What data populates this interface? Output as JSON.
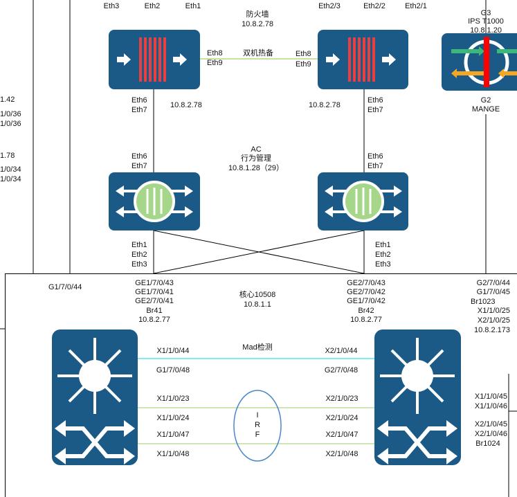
{
  "left_edge": {
    "ip1": "1.42",
    "p1a": "1/0/36",
    "p1b": "1/0/36",
    "ip2": "1.78",
    "p2a": "1/0/34",
    "p2b": "1/0/34"
  },
  "firewall": {
    "title": "防火墙",
    "ip": "10.8.2.78",
    "fw1_top_ports": [
      "Eth3",
      "Eth2",
      "Eth1"
    ],
    "fw2_top_ports": [
      "Eth2/3",
      "Eth2/2",
      "Eth2/1"
    ],
    "fw1_side_ports": [
      "Eth8",
      "Eth9"
    ],
    "fw2_side_ports": [
      "Eth8",
      "Eth9"
    ],
    "ha_label": "双机热备",
    "fw1_bottom_ports": [
      "Eth6",
      "Eth7"
    ],
    "fw2_bottom_ports": [
      "Eth6",
      "Eth7"
    ],
    "fw1_ip": "10.8.2.78",
    "fw2_ip": "10.8.2.78"
  },
  "ips": {
    "port_top": "G3",
    "model": "IPS T1000",
    "ip": "10.8.1.20",
    "port_bottom": "G2",
    "mgmt": "MANGE"
  },
  "ac": {
    "title": "AC",
    "subtitle": "行为管理",
    "ip": "10.8.1.28（29）",
    "ac1_top_ports": [
      "Eth6",
      "Eth7"
    ],
    "ac2_top_ports": [
      "Eth6",
      "Eth7"
    ],
    "ac1_bottom_ports": [
      "Eth1",
      "Eth2",
      "Eth3"
    ],
    "ac2_bottom_ports": [
      "Eth1",
      "Eth2",
      "Eth3"
    ]
  },
  "core": {
    "title": "核心10508",
    "ip": "10.8.1.1",
    "left_uplink": "G1/7/0/44",
    "c1_ports": [
      "GE1/7/0/43",
      "GE1/7/0/41",
      "GE2/7/0/41",
      "Br41",
      "10.8.2.77"
    ],
    "c2_ports": [
      "GE2/7/0/43",
      "GE2/7/0/42",
      "GE1/7/0/42",
      "Br42",
      "10.8.2.77"
    ],
    "right_ports": [
      "G2/7/0/44",
      "G1/7/0/45",
      "Br1023",
      "X1/1/0/25",
      "X2/1/0/25",
      "10.8.2.173"
    ],
    "mad_label": "Mad检测",
    "c1_mad": [
      "X1/1/0/44",
      "G1/7/0/48"
    ],
    "c2_mad": [
      "X2/1/0/44",
      "G2/7/0/48"
    ],
    "c1_irf": [
      "X1/1/0/23",
      "X1/1/0/24",
      "X1/1/0/47",
      "X1/1/0/48"
    ],
    "c2_irf": [
      "X2/1/0/23",
      "X2/1/0/24",
      "X2/1/0/47",
      "X2/1/0/48"
    ],
    "irf_label": [
      "I",
      "R",
      "F"
    ],
    "right_lower_a": [
      "X1/1/0/45",
      "X1/1/0/46"
    ],
    "right_lower_b": [
      "X2/1/0/45",
      "X2/1/0/46",
      "Br1024"
    ]
  },
  "colors": {
    "device": "#1b5a86",
    "firewall_brick": "#e84040",
    "ha_link": "#8cc63f",
    "mad_link": "#7ff0f0",
    "irf_link": "#9ccc6a",
    "irf_ellipse": "#4a86c8"
  }
}
